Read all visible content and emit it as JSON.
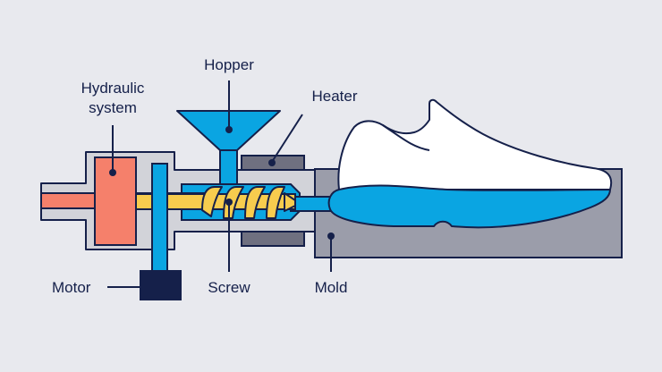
{
  "diagram": {
    "labels": {
      "hydraulic_line1": "Hydraulic",
      "hydraulic_line2": "system",
      "hopper": "Hopper",
      "heater": "Heater",
      "motor": "Motor",
      "screw": "Screw",
      "mold": "Mold"
    },
    "colors": {
      "background": "#e8e9ee",
      "outline": "#15204a",
      "blue_plastic": "#0aa5e2",
      "hydraulic_red": "#f5806b",
      "screw_yellow": "#f7cc4e",
      "housing": "#d2d3d9",
      "mold_gray": "#9b9daa",
      "heater_gray": "#6f7080",
      "motor_dark": "#15204a"
    },
    "icons": [
      "shoe-icon",
      "screw-thread-icon",
      "hopper-funnel-icon"
    ]
  }
}
